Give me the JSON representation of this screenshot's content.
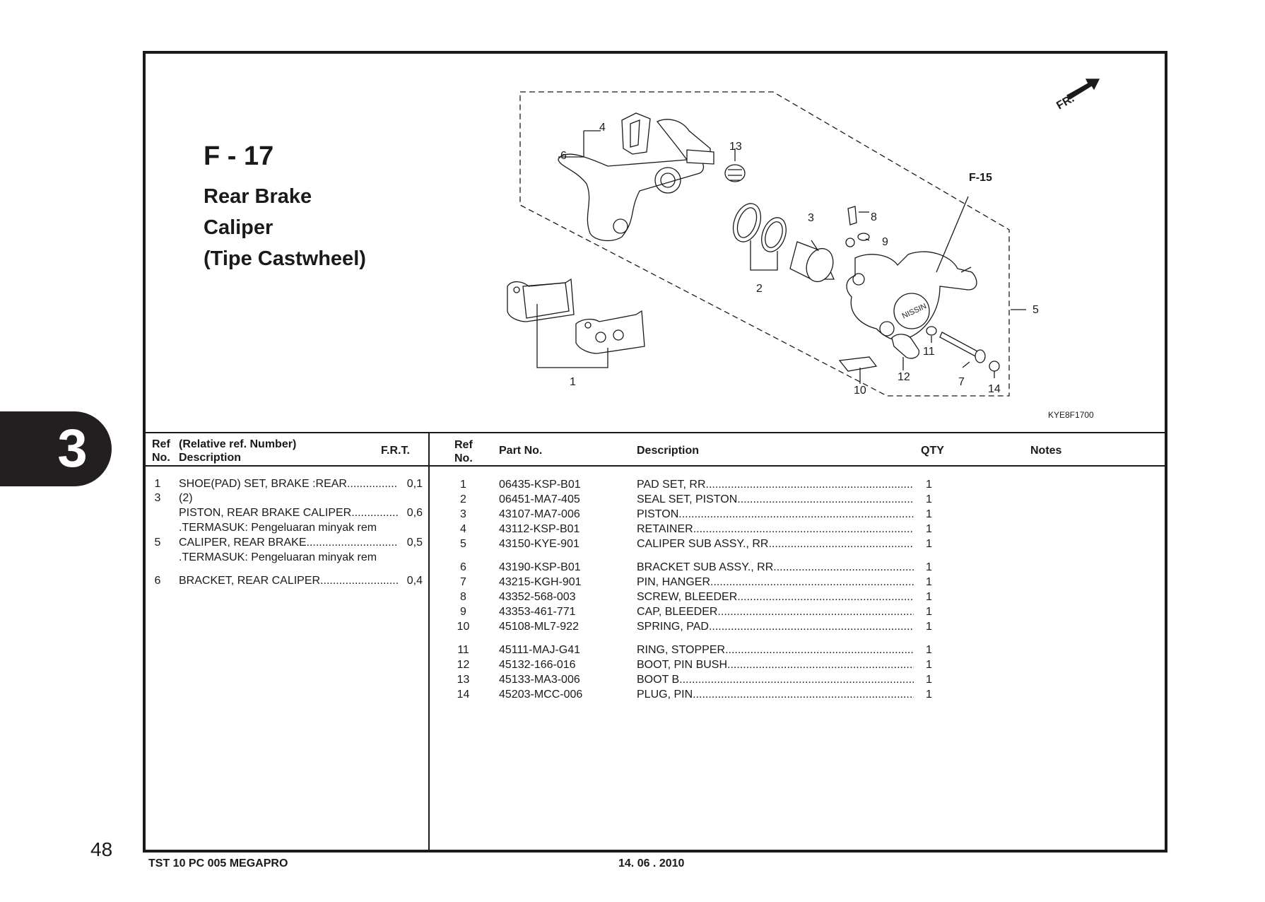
{
  "chapter": "3",
  "page_number": "48",
  "section": {
    "code": "F - 17",
    "title_lines": [
      "Rear Brake",
      "Caliper",
      "(Tipe Castwheel)"
    ]
  },
  "diagram": {
    "code": "KYE8F1700",
    "direction_label": "FR.",
    "ref_label": "F-15",
    "callouts": [
      "1",
      "2",
      "3",
      "4",
      "5",
      "6",
      "7",
      "8",
      "9",
      "10",
      "11",
      "12",
      "13",
      "14"
    ]
  },
  "left_table": {
    "headers": {
      "ref_line1": "Ref",
      "ref_line2": "No.",
      "desc_line1": "(Relative ref. Number)",
      "desc_line2": "Description",
      "frt": "F.R.T."
    },
    "rows": [
      {
        "ref": "1",
        "desc": "SHOE(PAD) SET, BRAKE :REAR......................................",
        "frt": "0,1"
      },
      {
        "ref": "3",
        "desc": "(2)",
        "frt": ""
      },
      {
        "ref": "",
        "desc": "PISTON, REAR BRAKE CALIPER......................................",
        "frt": "0,6"
      },
      {
        "ref": "",
        "desc": ".TERMASUK: Pengeluaran minyak rem",
        "frt": ""
      },
      {
        "ref": "5",
        "desc": "CALIPER, REAR BRAKE......................................................",
        "frt": "0,5"
      },
      {
        "ref": "",
        "desc": ".TERMASUK: Pengeluaran minyak rem",
        "frt": ""
      },
      {
        "ref": "6",
        "desc": "BRACKET, REAR CALIPER.................................................",
        "frt": "0,4"
      }
    ]
  },
  "parts_table": {
    "headers": {
      "ref_line1": "Ref",
      "ref_line2": "No.",
      "part_no": "Part No.",
      "description": "Description",
      "qty": "QTY",
      "notes": "Notes"
    },
    "rows": [
      {
        "ref": "1",
        "part_no": "06435-KSP-B01",
        "desc": "PAD SET, RR........................................................................................................",
        "qty": "1"
      },
      {
        "ref": "2",
        "part_no": "06451-MA7-405",
        "desc": "SEAL SET, PISTON..............................................................................................",
        "qty": "1"
      },
      {
        "ref": "3",
        "part_no": "43107-MA7-006",
        "desc": "PISTON...................................................................................................................",
        "qty": "1"
      },
      {
        "ref": "4",
        "part_no": "43112-KSP-B01",
        "desc": "RETAINER............................................................................................................",
        "qty": "1"
      },
      {
        "ref": "5",
        "part_no": "43150-KYE-901",
        "desc": "CALIPER SUB ASSY., RR.....................................................................................",
        "qty": "1"
      },
      {
        "ref": "6",
        "part_no": "43190-KSP-B01",
        "desc": "BRACKET SUB ASSY., RR....................................................................................",
        "qty": "1"
      },
      {
        "ref": "7",
        "part_no": "43215-KGH-901",
        "desc": "PIN, HANGER.........................................................................................................",
        "qty": "1"
      },
      {
        "ref": "8",
        "part_no": "43352-568-003",
        "desc": "SCREW, BLEEDER...............................................................................................",
        "qty": "1"
      },
      {
        "ref": "9",
        "part_no": "43353-461-771",
        "desc": "CAP, BLEEDER.....................................................................................................",
        "qty": "1"
      },
      {
        "ref": "10",
        "part_no": "45108-ML7-922",
        "desc": "SPRING, PAD.......................................................................................................",
        "qty": "1"
      },
      {
        "ref": "11",
        "part_no": "45111-MAJ-G41",
        "desc": "RING, STOPPER..................................................................................................",
        "qty": "1"
      },
      {
        "ref": "12",
        "part_no": "45132-166-016",
        "desc": "BOOT, PIN BUSH...............................................................................................",
        "qty": "1"
      },
      {
        "ref": "13",
        "part_no": "45133-MA3-006",
        "desc": "BOOT B..................................................................................................................",
        "qty": "1"
      },
      {
        "ref": "14",
        "part_no": "45203-MCC-006",
        "desc": "PLUG, PIN............................................................................................................",
        "qty": "1"
      }
    ]
  },
  "footer": {
    "doc_code": "TST 10 PC 005 MEGAPRO",
    "date": "14. 06 . 2010"
  }
}
